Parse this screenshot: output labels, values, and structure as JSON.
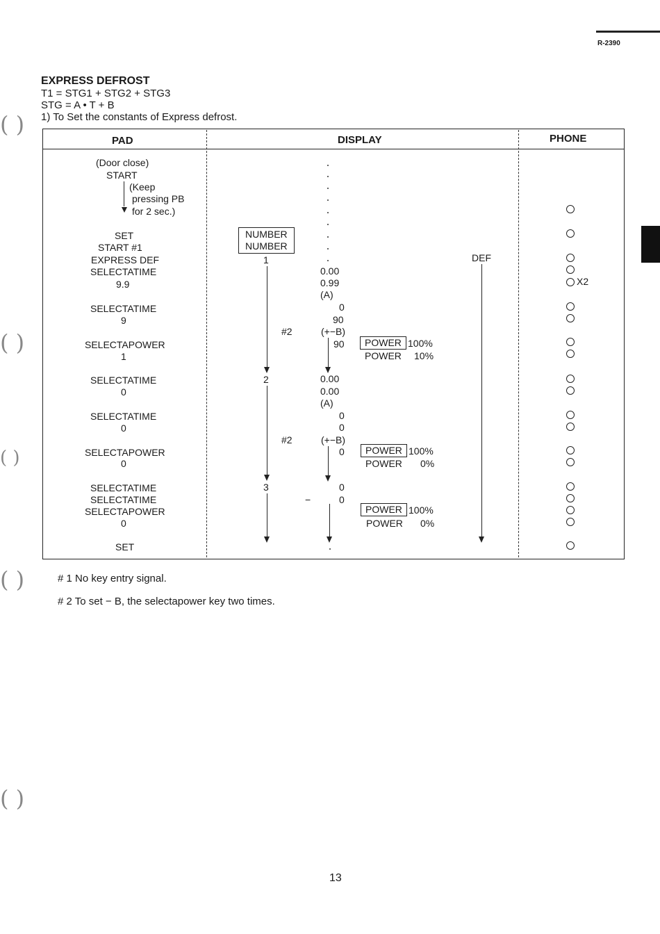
{
  "doc_id": "R-2390",
  "title": "EXPRESS DEFROST",
  "formula1": "T1 = STG1  + STG2  + STG3",
  "formula2": "STG = A • T  + B",
  "instruction": "1) To Set the constants of Express defrost.",
  "headers": {
    "pad": "PAD",
    "display": "DISPLAY",
    "phone": "PHONE"
  },
  "pad": {
    "door_close": "(Door close)",
    "start": "START",
    "keep": "(Keep",
    "pressing": "pressing PB",
    "for2": "for 2 sec.)",
    "set1": "SET",
    "start_n1": "START #1",
    "express_def": "EXPRESS DEF",
    "selectatime_1": "SELECTATIME",
    "val_9_9": "9.9",
    "selectatime_2": "SELECTATIME",
    "val_9": "9",
    "selectapower_1": "SELECTAPOWER",
    "val_1": "1",
    "selectatime_3": "SELECTATIME",
    "val_0a": "0",
    "selectatime_4": "SELECTATIME",
    "val_0b": "0",
    "selectapower_2": "SELECTAPOWER",
    "val_0c": "0",
    "selectatime_5": "SELECTATIME",
    "selectatime_6": "SELECTATIME",
    "selectapower_3": "SELECTAPOWER",
    "val_0d": "0",
    "set2": "SET"
  },
  "display": {
    "number1": "NUMBER",
    "number2": "NUMBER",
    "step1": "1",
    "step2": "2",
    "step3": "3",
    "def": "DEF",
    "note2a": "#2",
    "note2b": "#2",
    "v_0_00a": "0.00",
    "v_0_99": "0.99",
    "a1": "(A)",
    "v_0a": "0",
    "v_90a": "90",
    "plus_minus_b1": "(+−B)",
    "v_90b": "90",
    "power1": "POWER",
    "pct100a": "100%",
    "power2": "POWER",
    "pct10": "10%",
    "v_0_00b": "0.00",
    "v_0_00c": "0.00",
    "a2": "(A)",
    "v_0b": "0",
    "v_0c": "0",
    "plus_minus_b2": "(+−B)",
    "v_0d": "0",
    "power3": "POWER",
    "pct100b": "100%",
    "power4": "POWER",
    "pct0a": "0%",
    "v_0e": "0",
    "dash": "−",
    "v_0f": "0",
    "power5": "POWER",
    "pct100c": "100%",
    "power6": "POWER",
    "pct0b": "0%"
  },
  "phone": {
    "x2": "X2"
  },
  "footnote1": "# 1 No key entry signal.",
  "footnote2": "# 2 To set  − B, the selectapower key two times.",
  "page_number": "13"
}
